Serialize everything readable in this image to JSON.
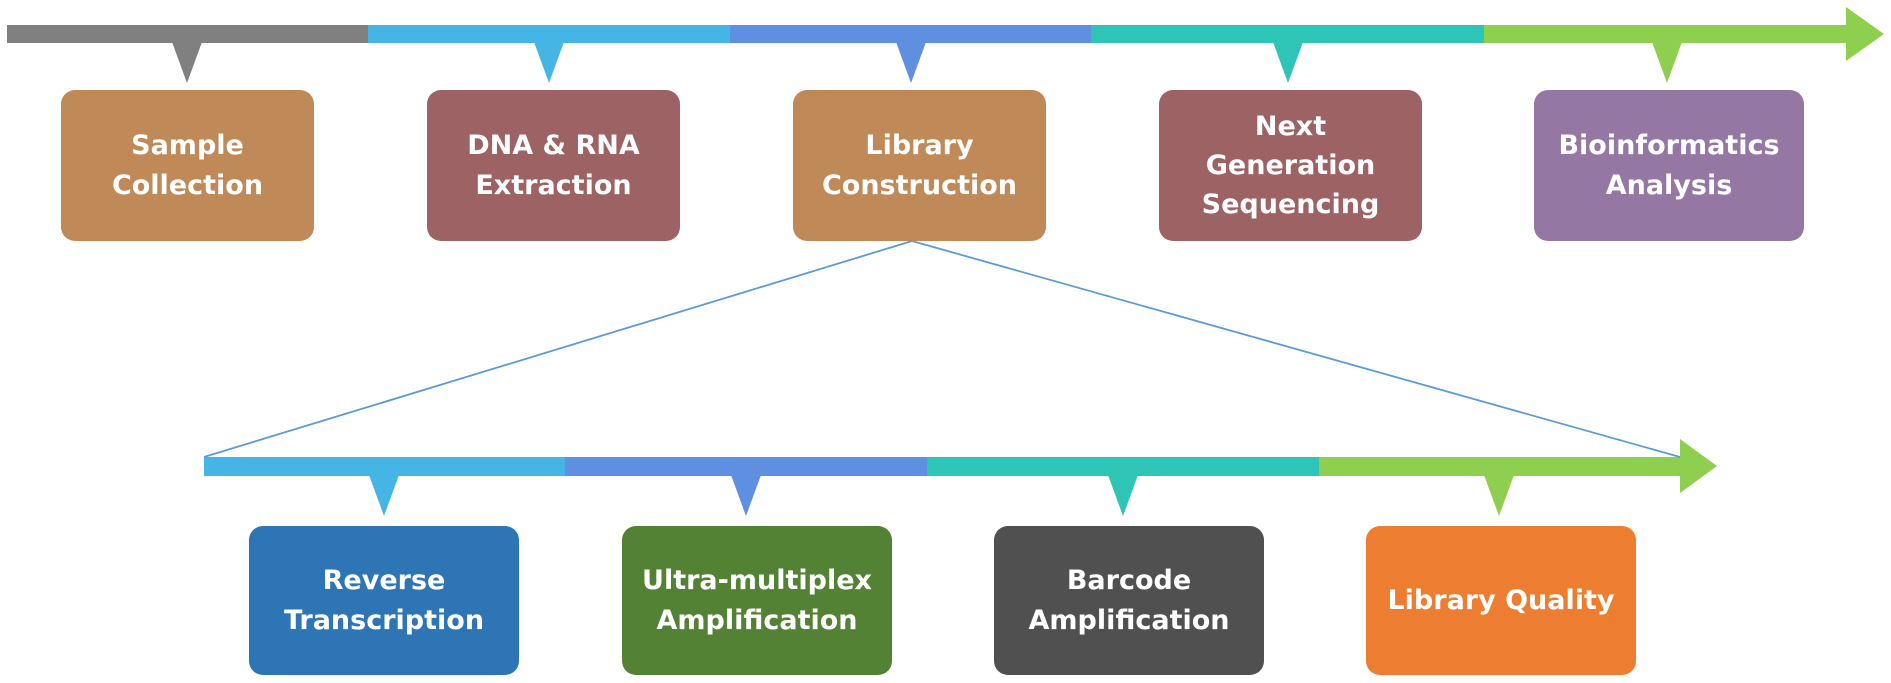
{
  "top_row": {
    "stages": [
      {
        "label": "Sample\nCollection",
        "color": "#BF8A58",
        "segment_color": "#808080"
      },
      {
        "label": "DNA & RNA\nExtraction",
        "color": "#9C6264",
        "segment_color": "#45B5E6"
      },
      {
        "label": "Library\nConstruction",
        "color": "#BF8A58",
        "segment_color": "#5F8FE0"
      },
      {
        "label": "Next Generation\nSequencing",
        "color": "#9C6264",
        "segment_color": "#2EC4B6"
      },
      {
        "label": "Bioinformatics\nAnalysis",
        "color": "#9478A3",
        "segment_color": "#8FCF4F"
      }
    ]
  },
  "bottom_row": {
    "stages": [
      {
        "label": "Reverse\nTranscription",
        "color": "#2E75B6",
        "segment_color": "#45B5E6"
      },
      {
        "label": "Ultra-multiplex\nAmplification",
        "color": "#548235",
        "segment_color": "#5F8FE0"
      },
      {
        "label": "Barcode\nAmplification",
        "color": "#505050",
        "segment_color": "#2EC4B6"
      },
      {
        "label": "Library Quality",
        "color": "#ED7D31",
        "segment_color": "#8FCF4F"
      }
    ]
  },
  "connector_color": "#5B9BD5"
}
